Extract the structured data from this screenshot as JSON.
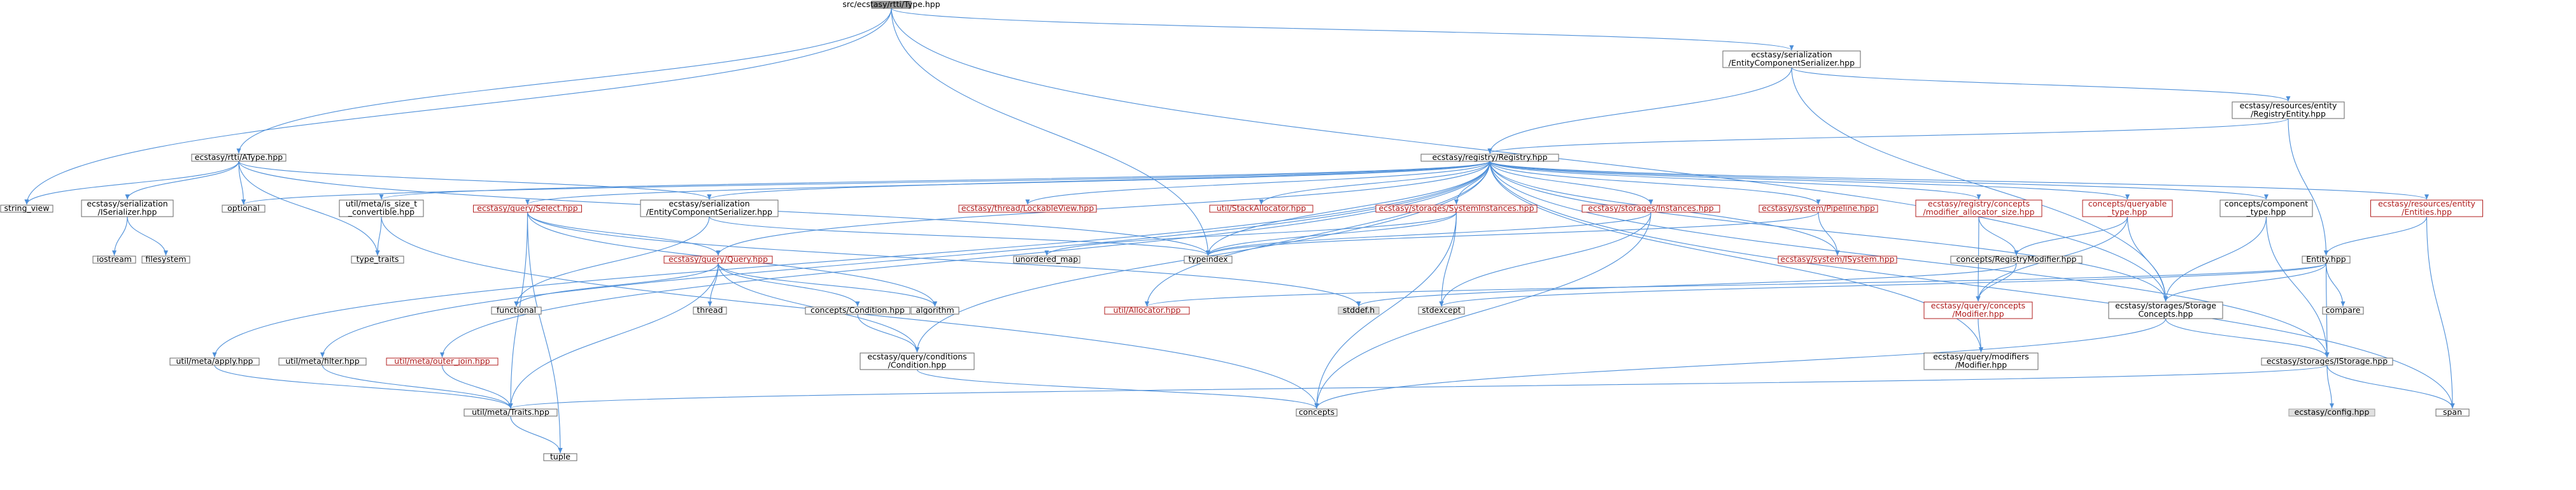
{
  "colors": {
    "edge": "#4e8fd8",
    "node_fill": "#ffffff",
    "node_stroke": "#666666",
    "root_fill": "#999999",
    "root_stroke": "#666666",
    "gray_fill": "#e0e0e0",
    "gray_stroke": "#999999",
    "red_stroke": "#b01c1c",
    "red_text": "#b01c1c"
  },
  "nodes": [
    {
      "id": "root",
      "lines": [
        "src/ecstasy/rtti/Type.hpp"
      ],
      "style": "root"
    },
    {
      "id": "ser_ecs",
      "lines": [
        "ecstasy/serialization",
        "/EntityComponentSerializer.hpp"
      ],
      "style": "normal"
    },
    {
      "id": "atype",
      "lines": [
        "ecstasy/rtti/AType.hpp"
      ],
      "style": "normal"
    },
    {
      "id": "reg_entity",
      "lines": [
        "ecstasy/resources/entity",
        "/RegistryEntity.hpp"
      ],
      "style": "normal"
    },
    {
      "id": "registry",
      "lines": [
        "ecstasy/registry/Registry.hpp"
      ],
      "style": "normal"
    },
    {
      "id": "string_view",
      "lines": [
        "string_view"
      ],
      "style": "normal"
    },
    {
      "id": "serializer",
      "lines": [
        "ecstasy/serialization",
        "/ISerializer.hpp"
      ],
      "style": "normal"
    },
    {
      "id": "optional",
      "lines": [
        "optional"
      ],
      "style": "normal"
    },
    {
      "id": "is_size_t",
      "lines": [
        "util/meta/is_size_t",
        "_convertible.hpp"
      ],
      "style": "normal"
    },
    {
      "id": "select",
      "lines": [
        "ecstasy/query/Select.hpp"
      ],
      "style": "red"
    },
    {
      "id": "ser_ecs2",
      "lines": [
        "ecstasy/serialization",
        "/EntityComponentSerializer.hpp"
      ],
      "style": "normal"
    },
    {
      "id": "lockable",
      "lines": [
        "ecstasy/thread/LockableView.hpp"
      ],
      "style": "red"
    },
    {
      "id": "stack_alloc",
      "lines": [
        "util/StackAllocator.hpp"
      ],
      "style": "red"
    },
    {
      "id": "sys_inst",
      "lines": [
        "ecstasy/storages/SystemInstances.hpp"
      ],
      "style": "red"
    },
    {
      "id": "instances",
      "lines": [
        "ecstasy/storages/Instances.hpp"
      ],
      "style": "red"
    },
    {
      "id": "pipeline",
      "lines": [
        "ecstasy/system/Pipeline.hpp"
      ],
      "style": "red"
    },
    {
      "id": "mod_alloc",
      "lines": [
        "ecstasy/registry/concepts",
        "/modifier_allocator_size.hpp"
      ],
      "style": "red"
    },
    {
      "id": "queryable",
      "lines": [
        "concepts/queryable",
        "_type.hpp"
      ],
      "style": "red"
    },
    {
      "id": "comp_type",
      "lines": [
        "concepts/component",
        "_type.hpp"
      ],
      "style": "normal"
    },
    {
      "id": "entities",
      "lines": [
        "ecstasy/resources/entity",
        "/Entities.hpp"
      ],
      "style": "red"
    },
    {
      "id": "iostream",
      "lines": [
        "iostream"
      ],
      "style": "normal"
    },
    {
      "id": "filesystem",
      "lines": [
        "filesystem"
      ],
      "style": "normal"
    },
    {
      "id": "type_traits",
      "lines": [
        "type_traits"
      ],
      "style": "normal"
    },
    {
      "id": "query",
      "lines": [
        "ecstasy/query/Query.hpp"
      ],
      "style": "red"
    },
    {
      "id": "unordered_map",
      "lines": [
        "unordered_map"
      ],
      "style": "normal"
    },
    {
      "id": "typeindex",
      "lines": [
        "typeindex"
      ],
      "style": "normal"
    },
    {
      "id": "isystem",
      "lines": [
        "ecstasy/system/ISystem.hpp"
      ],
      "style": "red"
    },
    {
      "id": "reg_modifier",
      "lines": [
        "concepts/RegistryModifier.hpp"
      ],
      "style": "normal"
    },
    {
      "id": "entity_hpp",
      "lines": [
        "Entity.hpp"
      ],
      "style": "normal"
    },
    {
      "id": "functional",
      "lines": [
        "functional"
      ],
      "style": "normal"
    },
    {
      "id": "thread",
      "lines": [
        "thread"
      ],
      "style": "normal"
    },
    {
      "id": "cond_hpp",
      "lines": [
        "concepts/Condition.hpp"
      ],
      "style": "normal"
    },
    {
      "id": "algorithm",
      "lines": [
        "algorithm"
      ],
      "style": "normal"
    },
    {
      "id": "stddef",
      "lines": [
        "stddef.h"
      ],
      "style": "gray"
    },
    {
      "id": "allocator",
      "lines": [
        "util/Allocator.hpp"
      ],
      "style": "red"
    },
    {
      "id": "stdexcept",
      "lines": [
        "stdexcept"
      ],
      "style": "normal"
    },
    {
      "id": "q_modifier",
      "lines": [
        "ecstasy/query/concepts",
        "/Modifier.hpp"
      ],
      "style": "red"
    },
    {
      "id": "storage_concepts",
      "lines": [
        "ecstasy/storages/Storage",
        "Concepts.hpp"
      ],
      "style": "normal"
    },
    {
      "id": "compare",
      "lines": [
        "compare"
      ],
      "style": "normal"
    },
    {
      "id": "apply",
      "lines": [
        "util/meta/apply.hpp"
      ],
      "style": "normal"
    },
    {
      "id": "filter",
      "lines": [
        "util/meta/filter.hpp"
      ],
      "style": "normal"
    },
    {
      "id": "outer_join",
      "lines": [
        "util/meta/outer_join.hpp"
      ],
      "style": "red"
    },
    {
      "id": "conditions",
      "lines": [
        "ecstasy/query/conditions",
        "/Condition.hpp"
      ],
      "style": "normal"
    },
    {
      "id": "q_modifiers",
      "lines": [
        "ecstasy/query/modifiers",
        "/Modifier.hpp"
      ],
      "style": "normal"
    },
    {
      "id": "istorage",
      "lines": [
        "ecstasy/storages/IStorage.hpp"
      ],
      "style": "normal"
    },
    {
      "id": "traits",
      "lines": [
        "util/meta/Traits.hpp"
      ],
      "style": "normal"
    },
    {
      "id": "concepts",
      "lines": [
        "concepts"
      ],
      "style": "normal"
    },
    {
      "id": "config",
      "lines": [
        "ecstasy/config.hpp"
      ],
      "style": "gray"
    },
    {
      "id": "span",
      "lines": [
        "span"
      ],
      "style": "normal"
    },
    {
      "id": "tuple",
      "lines": [
        "tuple"
      ],
      "style": "normal"
    }
  ],
  "edges": [
    [
      "root",
      "ser_ecs"
    ],
    [
      "root",
      "atype"
    ],
    [
      "root",
      "string_view"
    ],
    [
      "root",
      "typeindex"
    ],
    [
      "root",
      "storage_concepts"
    ],
    [
      "ser_ecs",
      "registry"
    ],
    [
      "ser_ecs",
      "reg_entity"
    ],
    [
      "ser_ecs",
      "storage_concepts"
    ],
    [
      "reg_entity",
      "registry"
    ],
    [
      "reg_entity",
      "entity_hpp"
    ],
    [
      "atype",
      "string_view"
    ],
    [
      "atype",
      "serializer"
    ],
    [
      "atype",
      "optional"
    ],
    [
      "atype",
      "type_traits"
    ],
    [
      "atype",
      "typeindex"
    ],
    [
      "atype",
      "ser_ecs2"
    ],
    [
      "serializer",
      "iostream"
    ],
    [
      "serializer",
      "filesystem"
    ],
    [
      "registry",
      "optional"
    ],
    [
      "registry",
      "is_size_t"
    ],
    [
      "registry",
      "select"
    ],
    [
      "registry",
      "ser_ecs2"
    ],
    [
      "registry",
      "lockable"
    ],
    [
      "registry",
      "stack_alloc"
    ],
    [
      "registry",
      "sys_inst"
    ],
    [
      "registry",
      "instances"
    ],
    [
      "registry",
      "pipeline"
    ],
    [
      "registry",
      "mod_alloc"
    ],
    [
      "registry",
      "queryable"
    ],
    [
      "registry",
      "comp_type"
    ],
    [
      "registry",
      "entities"
    ],
    [
      "registry",
      "typeindex"
    ],
    [
      "registry",
      "allocator"
    ],
    [
      "registry",
      "apply"
    ],
    [
      "registry",
      "filter"
    ],
    [
      "registry",
      "outer_join"
    ],
    [
      "registry",
      "conditions"
    ],
    [
      "registry",
      "q_modifiers"
    ],
    [
      "registry",
      "storage_concepts"
    ],
    [
      "registry",
      "istorage"
    ],
    [
      "registry",
      "span"
    ],
    [
      "registry",
      "query"
    ],
    [
      "registry",
      "isystem"
    ],
    [
      "is_size_t",
      "type_traits"
    ],
    [
      "is_size_t",
      "concepts"
    ],
    [
      "select",
      "query"
    ],
    [
      "select",
      "traits"
    ],
    [
      "select",
      "stddef"
    ],
    [
      "select",
      "tuple"
    ],
    [
      "select",
      "algorithm"
    ],
    [
      "ser_ecs2",
      "typeindex"
    ],
    [
      "ser_ecs2",
      "functional"
    ],
    [
      "sys_inst",
      "typeindex"
    ],
    [
      "sys_inst",
      "unordered_map"
    ],
    [
      "sys_inst",
      "stdexcept"
    ],
    [
      "sys_inst",
      "concepts"
    ],
    [
      "instances",
      "typeindex"
    ],
    [
      "instances",
      "stdexcept"
    ],
    [
      "instances",
      "concepts"
    ],
    [
      "pipeline",
      "isystem"
    ],
    [
      "pipeline",
      "typeindex"
    ],
    [
      "mod_alloc",
      "reg_modifier"
    ],
    [
      "mod_alloc",
      "q_modifier"
    ],
    [
      "queryable",
      "reg_modifier"
    ],
    [
      "queryable",
      "q_modifier"
    ],
    [
      "queryable",
      "storage_concepts"
    ],
    [
      "comp_type",
      "storage_concepts"
    ],
    [
      "comp_type",
      "istorage"
    ],
    [
      "entities",
      "entity_hpp"
    ],
    [
      "entities",
      "span"
    ],
    [
      "query",
      "functional"
    ],
    [
      "query",
      "thread"
    ],
    [
      "query",
      "cond_hpp"
    ],
    [
      "query",
      "algorithm"
    ],
    [
      "query",
      "conditions"
    ],
    [
      "query",
      "traits"
    ],
    [
      "reg_modifier",
      "q_modifier"
    ],
    [
      "reg_modifier",
      "stddef"
    ],
    [
      "entity_hpp",
      "allocator"
    ],
    [
      "entity_hpp",
      "stdexcept"
    ],
    [
      "entity_hpp",
      "compare"
    ],
    [
      "entity_hpp",
      "storage_concepts"
    ],
    [
      "entity_hpp",
      "istorage"
    ],
    [
      "q_modifier",
      "q_modifiers"
    ],
    [
      "storage_concepts",
      "istorage"
    ],
    [
      "storage_concepts",
      "concepts"
    ],
    [
      "apply",
      "traits"
    ],
    [
      "filter",
      "traits"
    ],
    [
      "outer_join",
      "traits"
    ],
    [
      "conditions",
      "concepts"
    ],
    [
      "cond_hpp",
      "conditions"
    ],
    [
      "istorage",
      "config"
    ],
    [
      "istorage",
      "span"
    ],
    [
      "istorage",
      "traits"
    ],
    [
      "traits",
      "tuple"
    ]
  ]
}
